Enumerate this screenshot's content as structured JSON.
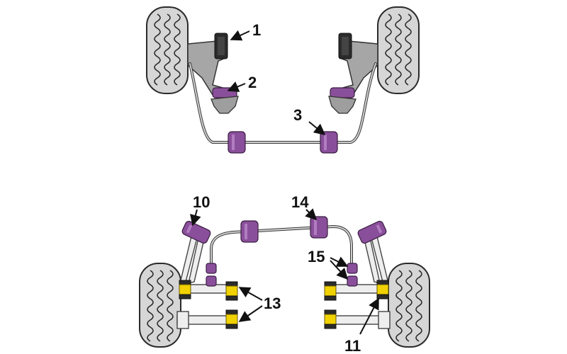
{
  "callouts": [
    {
      "id": "1",
      "text": "1"
    },
    {
      "id": "2",
      "text": "2"
    },
    {
      "id": "3",
      "text": "3"
    },
    {
      "id": "10",
      "text": "10"
    },
    {
      "id": "11",
      "text": "11"
    },
    {
      "id": "13",
      "text": "13"
    },
    {
      "id": "14",
      "text": "14"
    },
    {
      "id": "15",
      "text": "15"
    }
  ],
  "colors": {
    "bush_purple": "#8a4f9a",
    "bush_yellow": "#f1d200",
    "bush_black": "#2b2b2b",
    "arm_grey": "#a6a6a6",
    "tyre_grey": "#d6d6d6"
  }
}
